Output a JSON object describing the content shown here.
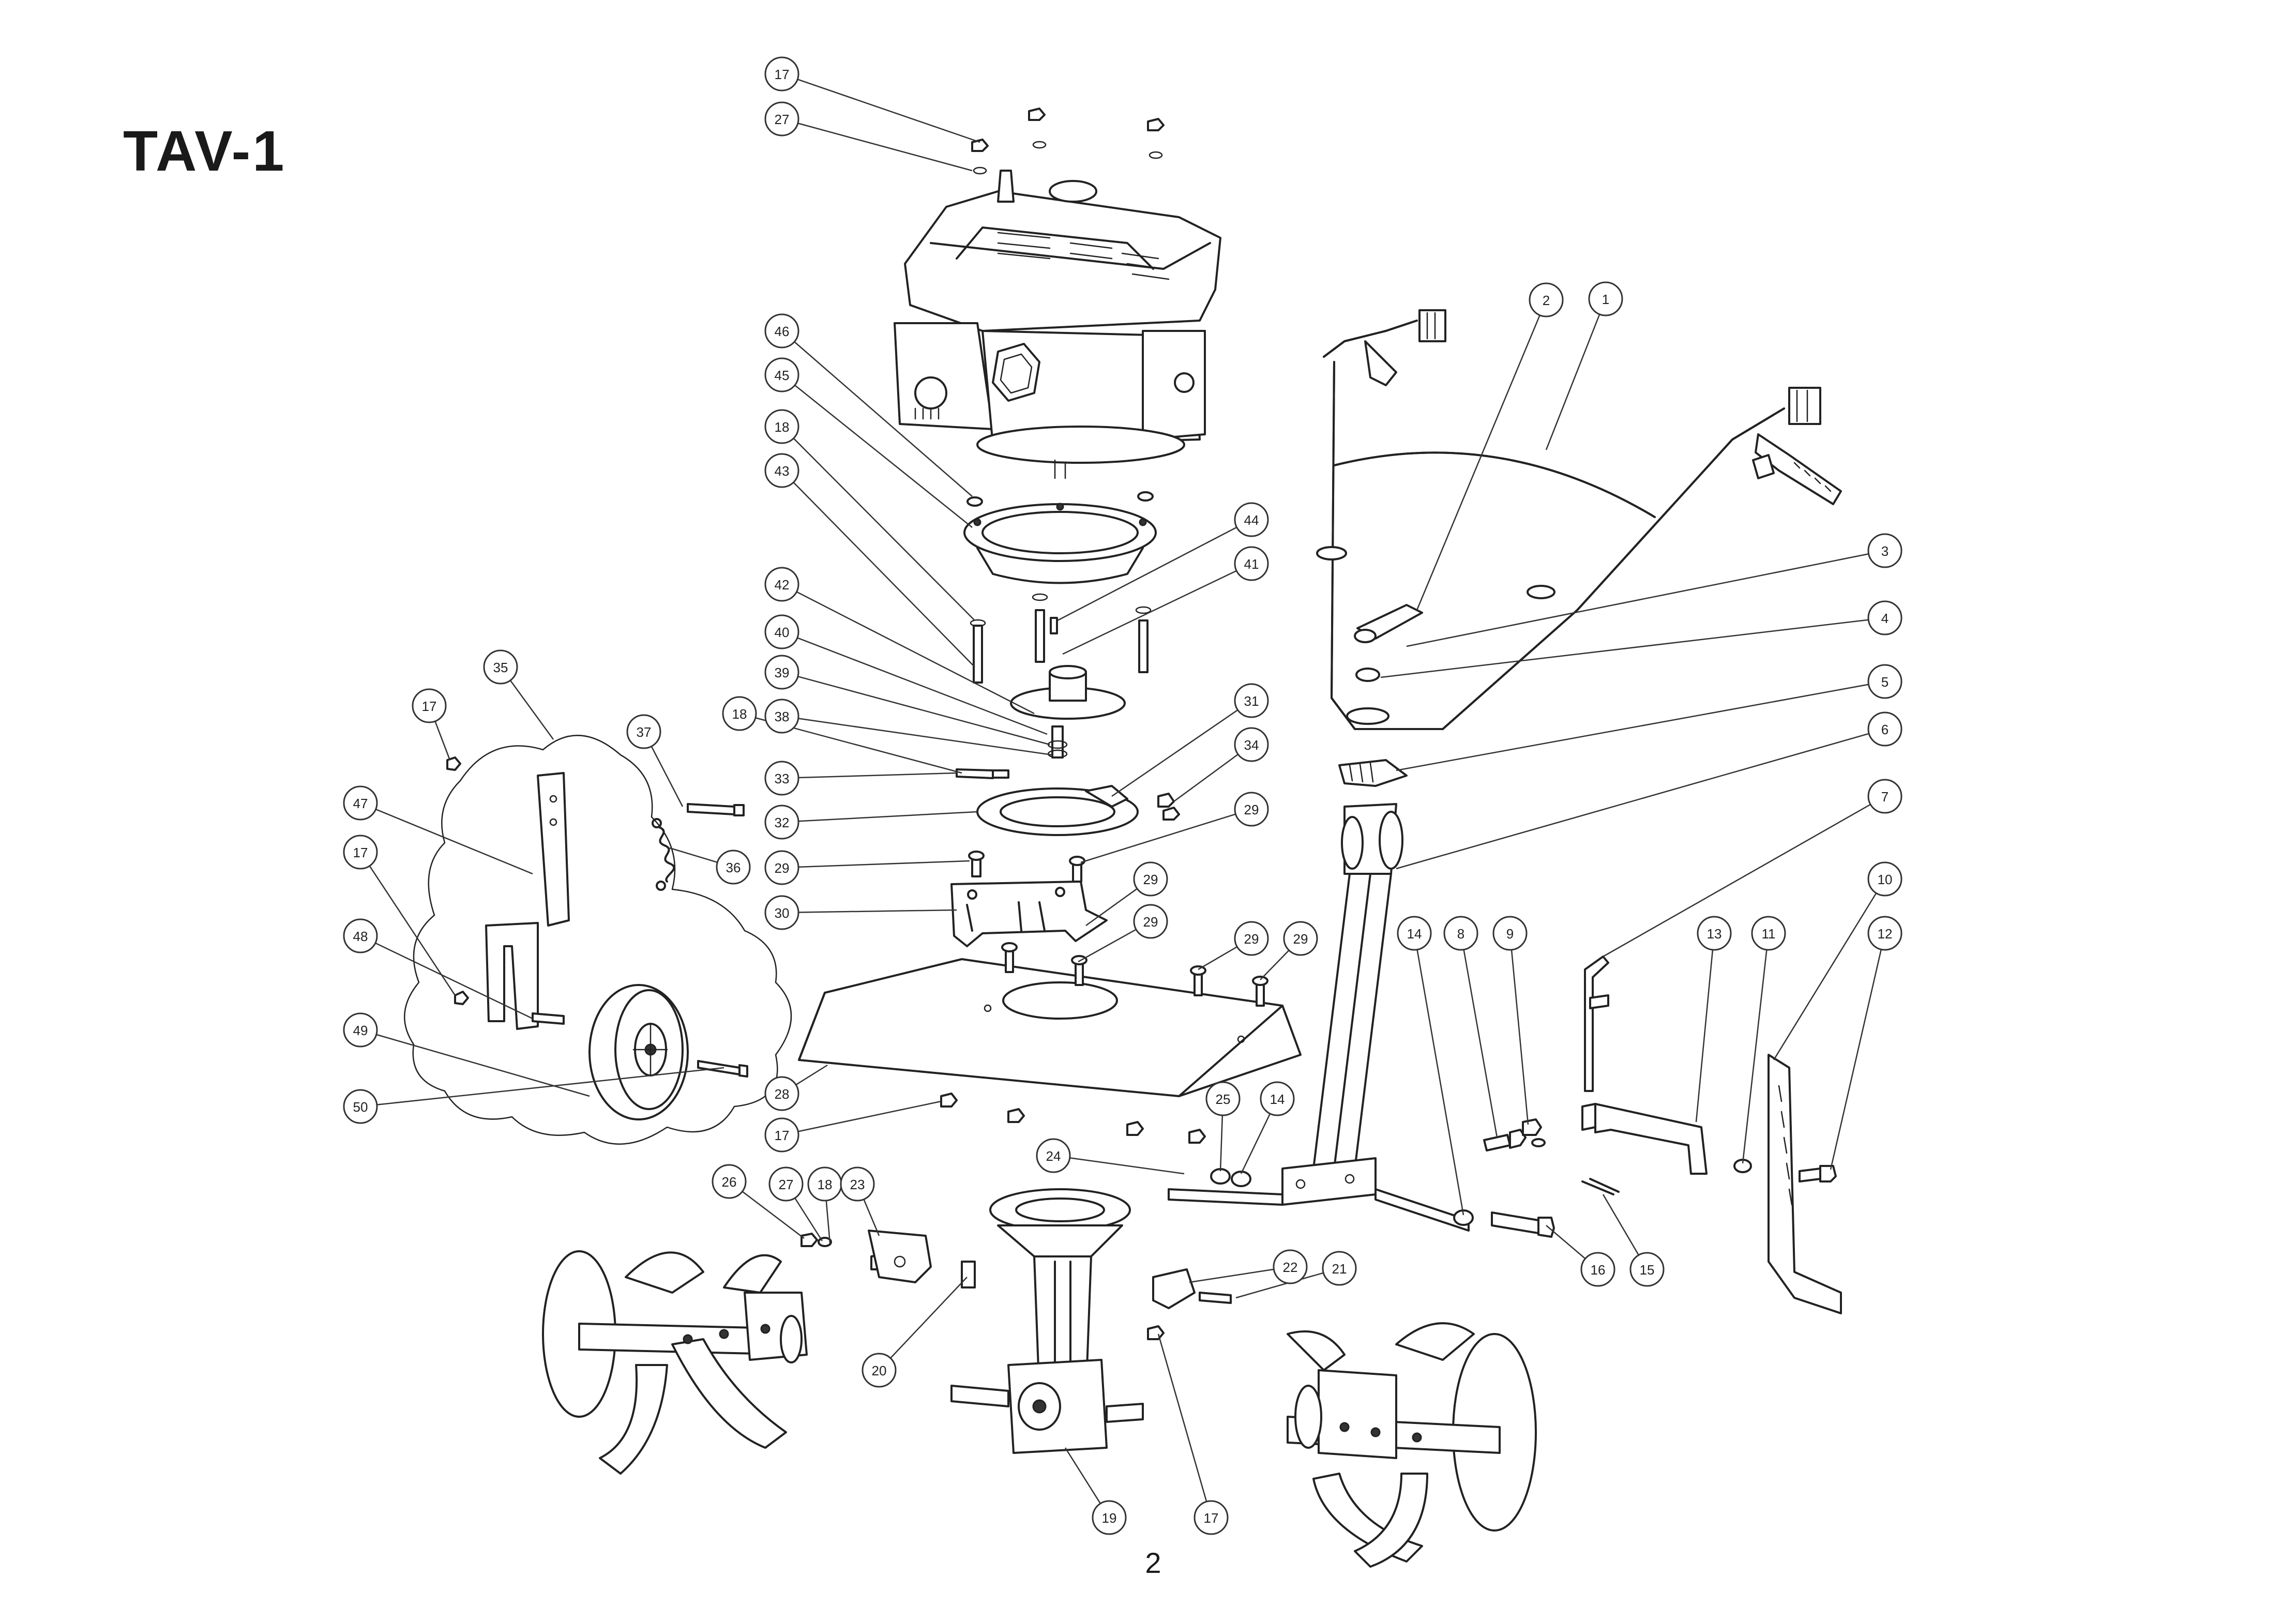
{
  "title": "TAV-1",
  "page_number": "2",
  "callouts": [
    "17",
    "27",
    "46",
    "45",
    "18",
    "43",
    "44",
    "41",
    "42",
    "40",
    "39",
    "38",
    "18",
    "33",
    "32",
    "31",
    "34",
    "29",
    "29",
    "30",
    "29",
    "29",
    "29",
    "29",
    "28",
    "17",
    "35",
    "17",
    "37",
    "47",
    "36",
    "17",
    "48",
    "49",
    "50",
    "2",
    "1",
    "3",
    "4",
    "5",
    "6",
    "7",
    "10",
    "14",
    "8",
    "9",
    "13",
    "11",
    "12",
    "25",
    "14",
    "24",
    "16",
    "15",
    "26",
    "27",
    "18",
    "23",
    "22",
    "21",
    "20",
    "19",
    "17"
  ]
}
